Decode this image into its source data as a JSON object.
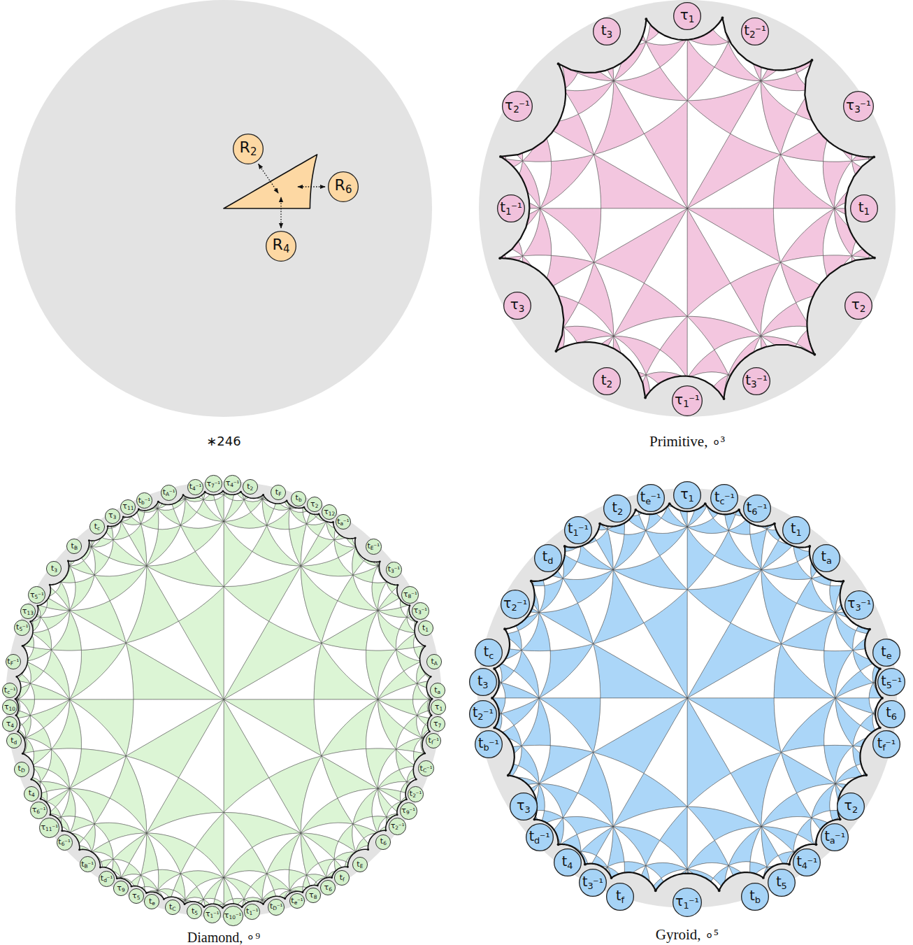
{
  "diagram": {
    "nodes": [
      {
        "text": [
          "R2"
        ]
      },
      {
        "text": [
          "R6"
        ]
      },
      {
        "text": [
          "R4"
        ]
      },
      {
        "text": [
          "τ1"
        ]
      },
      {
        "text": [
          "t2⁻¹"
        ]
      },
      {
        "text": [
          "τ3⁻¹"
        ]
      },
      {
        "text": [
          "t1"
        ]
      },
      {
        "text": [
          "τ2"
        ]
      },
      {
        "text": [
          "t3⁻¹"
        ]
      },
      {
        "text": [
          "τ1⁻¹"
        ]
      },
      {
        "text": [
          "t2"
        ]
      },
      {
        "text": [
          "τ3"
        ]
      },
      {
        "text": [
          "t1⁻¹"
        ]
      },
      {
        "text": [
          "τ2⁻¹"
        ]
      },
      {
        "text": [
          "t3"
        ]
      },
      {
        "text": [
          "tc"
        ]
      },
      {
        "text": [
          "τ3"
        ]
      },
      {
        "text": [
          "τ11"
        ]
      },
      {
        "text": [
          "tb⁻¹"
        ]
      },
      {
        "text": [
          "tA⁻¹"
        ]
      },
      {
        "text": [
          "t4⁻¹"
        ]
      },
      {
        "text": [
          "τ7⁻¹"
        ]
      },
      {
        "text": [
          "τ4⁻¹"
        ]
      },
      {
        "text": [
          "t2"
        ]
      },
      {
        "text": [
          "tF"
        ]
      },
      {
        "text": [
          "tb"
        ]
      },
      {
        "text": [
          "τ2"
        ]
      },
      {
        "text": [
          "τ12"
        ]
      },
      {
        "text": [
          "ta⁻¹"
        ]
      },
      {
        "text": [
          "tE⁻¹"
        ]
      },
      {
        "text": [
          "t3⁻¹"
        ]
      },
      {
        "text": [
          "τ8⁻¹"
        ]
      },
      {
        "text": [
          "τ3⁻¹"
        ]
      },
      {
        "text": [
          "t1"
        ]
      },
      {
        "text": [
          "tA"
        ]
      },
      {
        "text": [
          "ta"
        ]
      },
      {
        "text": [
          "τ1"
        ]
      },
      {
        "text": [
          "τ7"
        ]
      },
      {
        "text": [
          "tf⁻¹"
        ]
      },
      {
        "text": [
          "tC⁻¹"
        ]
      },
      {
        "text": [
          "t2⁻¹"
        ]
      },
      {
        "text": [
          "τ9⁻¹"
        ]
      },
      {
        "text": [
          "τ2⁻¹"
        ]
      },
      {
        "text": [
          "t6"
        ]
      },
      {
        "text": [
          "tE"
        ]
      },
      {
        "text": [
          "tf"
        ]
      },
      {
        "text": [
          "τ6"
        ]
      },
      {
        "text": [
          "τ8"
        ]
      },
      {
        "text": [
          "te⁻¹"
        ]
      },
      {
        "text": [
          "tD⁻¹"
        ]
      },
      {
        "text": [
          "t1⁻¹"
        ]
      },
      {
        "text": [
          "τ10⁻¹"
        ]
      },
      {
        "text": [
          "τ1⁻¹"
        ]
      },
      {
        "text": [
          "t5"
        ]
      },
      {
        "text": [
          "tC"
        ]
      },
      {
        "text": [
          "te"
        ]
      },
      {
        "text": [
          "τ5"
        ]
      },
      {
        "text": [
          "τ9"
        ]
      },
      {
        "text": [
          "td⁻¹"
        ]
      },
      {
        "text": [
          "tB⁻¹"
        ]
      },
      {
        "text": [
          "t6⁻¹"
        ]
      },
      {
        "text": [
          "τ11⁻¹"
        ]
      },
      {
        "text": [
          "τ6⁻¹"
        ]
      },
      {
        "text": [
          "t4"
        ]
      },
      {
        "text": [
          "tD"
        ]
      },
      {
        "text": [
          "td"
        ]
      },
      {
        "text": [
          "τ4"
        ]
      },
      {
        "text": [
          "τ10"
        ]
      },
      {
        "text": [
          "tc⁻¹"
        ]
      },
      {
        "text": [
          "tF⁻¹"
        ]
      },
      {
        "text": [
          "t5⁻¹"
        ]
      },
      {
        "text": [
          "τ13"
        ]
      },
      {
        "text": [
          "τ5⁻¹"
        ]
      },
      {
        "text": [
          "t3"
        ]
      },
      {
        "text": [
          "tB"
        ]
      },
      {
        "text": [
          "τ1"
        ]
      },
      {
        "text": [
          "tc⁻¹"
        ]
      },
      {
        "text": [
          "t6⁻¹"
        ]
      },
      {
        "text": [
          "t1"
        ]
      },
      {
        "text": [
          "ta"
        ]
      },
      {
        "text": [
          "τ3⁻¹"
        ]
      },
      {
        "text": [
          "te"
        ]
      },
      {
        "text": [
          "t5⁻¹"
        ]
      },
      {
        "text": [
          "t6"
        ]
      },
      {
        "text": [
          "tf⁻¹"
        ]
      },
      {
        "text": [
          "τ2"
        ]
      },
      {
        "text": [
          "ta⁻¹"
        ]
      },
      {
        "text": [
          "t4⁻¹"
        ]
      },
      {
        "text": [
          "t5"
        ]
      },
      {
        "text": [
          "tb"
        ]
      },
      {
        "text": [
          "τ1⁻¹"
        ]
      },
      {
        "text": [
          "tf"
        ]
      },
      {
        "text": [
          "t3⁻¹"
        ]
      },
      {
        "text": [
          "t4"
        ]
      },
      {
        "text": [
          "td⁻¹"
        ]
      },
      {
        "text": [
          "τ3"
        ]
      },
      {
        "text": [
          "tb⁻¹"
        ]
      },
      {
        "text": [
          "t2⁻¹"
        ]
      },
      {
        "text": [
          "t3"
        ]
      },
      {
        "text": [
          "tc"
        ]
      },
      {
        "text": [
          "τ2⁻¹"
        ]
      },
      {
        "text": [
          "td"
        ]
      },
      {
        "text": [
          "t1⁻¹"
        ]
      },
      {
        "text": [
          "t2"
        ]
      },
      {
        "text": [
          "te⁻¹"
        ]
      }
    ],
    "labels": [
      "∗246",
      "Primitive, ∘³",
      "Diamond, ∘⁹",
      "Gyroid, ∘⁵"
    ]
  }
}
